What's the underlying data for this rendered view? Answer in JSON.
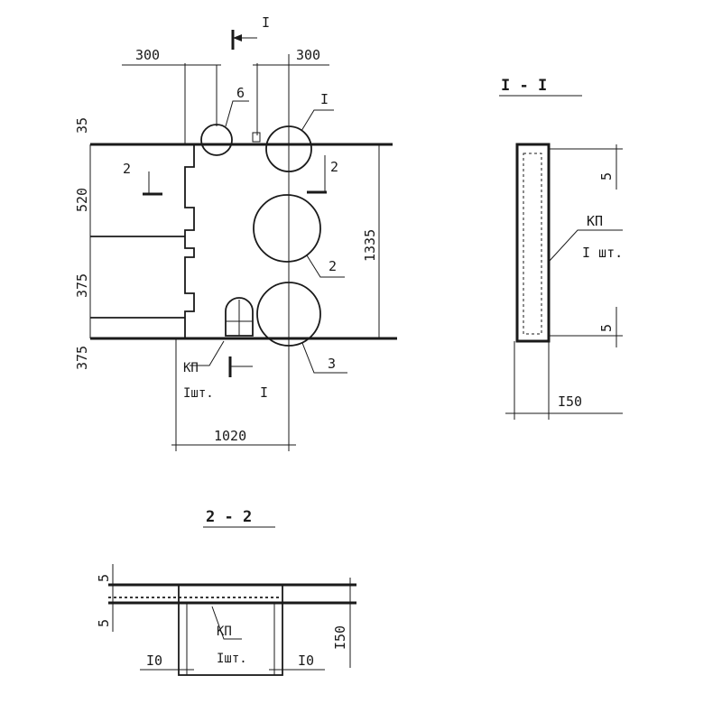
{
  "plan": {
    "section_mark": "I",
    "dim_left_300": "300",
    "dim_right_300": "300",
    "dim_35": "35",
    "dim_520": "520",
    "dim_375": "375",
    "dim_bottom_375": "375",
    "dim_height_1335": "1335",
    "dim_width_1020": "1020",
    "callout_6": "6",
    "callout_1": "I",
    "callout_2": "2",
    "callout_3": "3",
    "section_2_left": "2",
    "section_2_right": "2",
    "part_code": "КП",
    "part_qty": "Iшт.",
    "section_mark_bottom": "I"
  },
  "section_I": {
    "title": "I - I",
    "dim_top_5": "5",
    "dim_bottom_5": "5",
    "part_code": "КП",
    "part_qty": "I шт.",
    "dim_width_150": "I50"
  },
  "section_2": {
    "title": "2 - 2",
    "dim_top_5": "5",
    "dim_mid_5": "5",
    "dim_height_150": "I50",
    "part_code": "КП",
    "part_qty": "Iшт.",
    "dim_left_10": "I0",
    "dim_right_10": "I0"
  }
}
